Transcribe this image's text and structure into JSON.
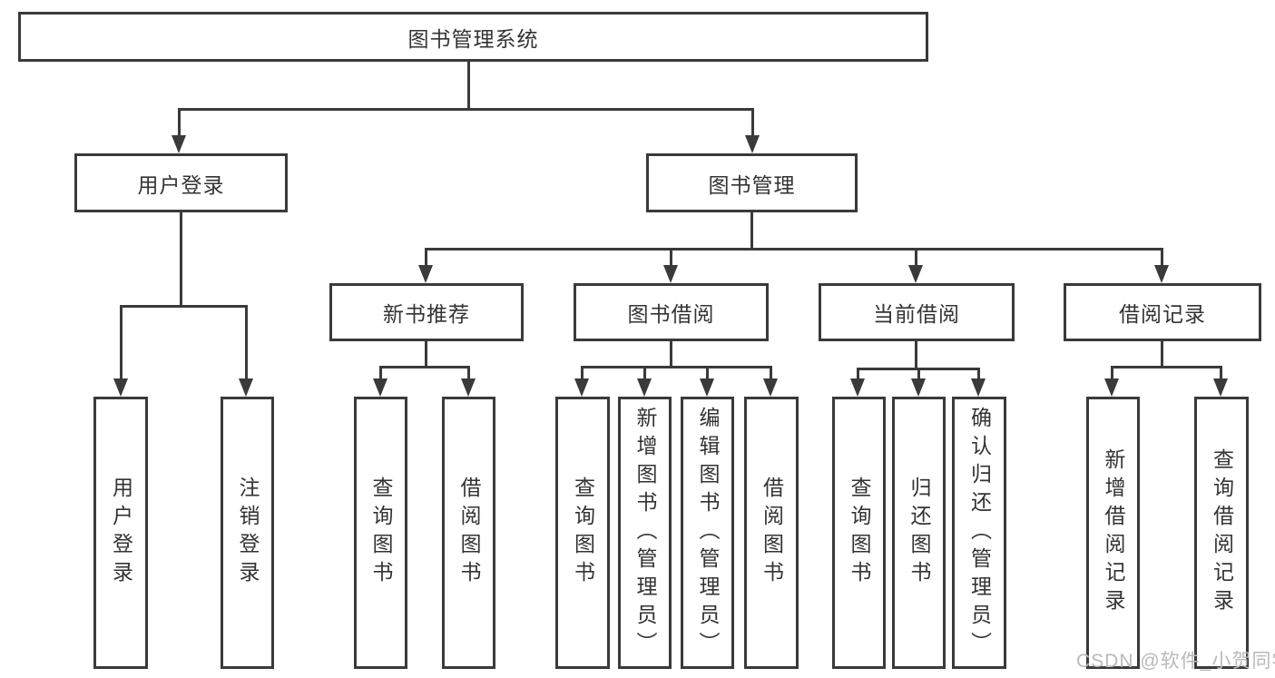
{
  "diagram": {
    "root": "图书管理系统",
    "level2": {
      "user_login": "用户登录",
      "book_mgmt": "图书管理"
    },
    "level3": {
      "new_books": "新书推荐",
      "borrowing": "图书借阅",
      "current": "当前借阅",
      "records": "借阅记录"
    },
    "leaves": {
      "login": [
        "用户登录",
        "注销登录"
      ],
      "new_books": [
        "查询图书",
        "借阅图书"
      ],
      "borrowing": [
        "查询图书",
        "新增图书（管理员）",
        "编辑图书（管理员）",
        "借阅图书"
      ],
      "current": [
        "查询图书",
        "归还图书",
        "确认归还（管理员）"
      ],
      "records": [
        "新增借阅记录",
        "查询借阅记录"
      ]
    }
  },
  "watermark": "CSDN @软件_小贺同学",
  "colors": {
    "line": "#3a3a3a",
    "text": "#333333",
    "watermark": "#b9b9b9",
    "background": "#ffffff"
  }
}
